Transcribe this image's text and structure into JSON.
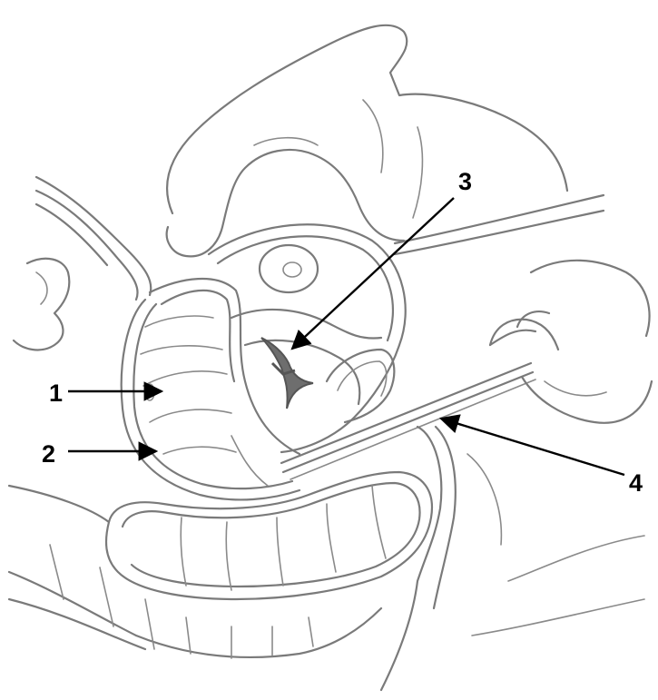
{
  "labels": {
    "l1": "1",
    "l2": "2",
    "l3": "3",
    "l4": "4"
  },
  "colors": {
    "outline": "#7a7a7a",
    "arrow": "#000000",
    "background": "#ffffff"
  }
}
